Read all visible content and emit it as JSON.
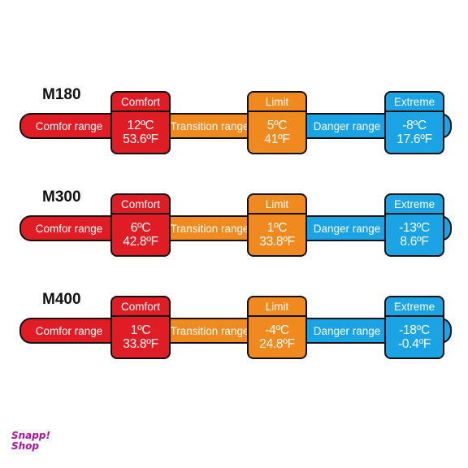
{
  "models": [
    {
      "name": "M180",
      "comfort_label": "Comfort",
      "limit_label": "Limit",
      "extreme_label": "Extreme",
      "comfort_range_label": "Comfor range",
      "transition_range_label": "Transition range",
      "danger_range_label": "Danger range",
      "comfort_c": "12ºC",
      "comfort_f": "53.6ºF",
      "limit_c": "5ºC",
      "limit_f": "41ºF",
      "extreme_c": "-8ºC",
      "extreme_f": "17.6ºF"
    },
    {
      "name": "M300",
      "comfort_label": "Comfort",
      "limit_label": "Limit",
      "extreme_label": "Extreme",
      "comfort_range_label": "Comfor range",
      "transition_range_label": "Transition range",
      "danger_range_label": "Danger range",
      "comfort_c": "6ºC",
      "comfort_f": "42.8ºF",
      "limit_c": "1ºC",
      "limit_f": "33.8ºF",
      "extreme_c": "-13ºC",
      "extreme_f": "8.6ºF"
    },
    {
      "name": "M400",
      "comfort_label": "Comfort",
      "limit_label": "Limit",
      "extreme_label": "Extreme",
      "comfort_range_label": "Comfor range",
      "transition_range_label": "Transition range",
      "danger_range_label": "Danger range",
      "comfort_c": "1ºC",
      "comfort_f": "33.8ºF",
      "limit_c": "-4ºC",
      "limit_f": "24.8ºF",
      "extreme_c": "-18ºC",
      "extreme_f": "-0.4ºF"
    }
  ],
  "logo": {
    "line1": "Snapp!",
    "line2": "Shop"
  },
  "colors": {
    "comfort": "#e01c24",
    "transition": "#f08a1e",
    "danger": "#1aa3e5"
  }
}
